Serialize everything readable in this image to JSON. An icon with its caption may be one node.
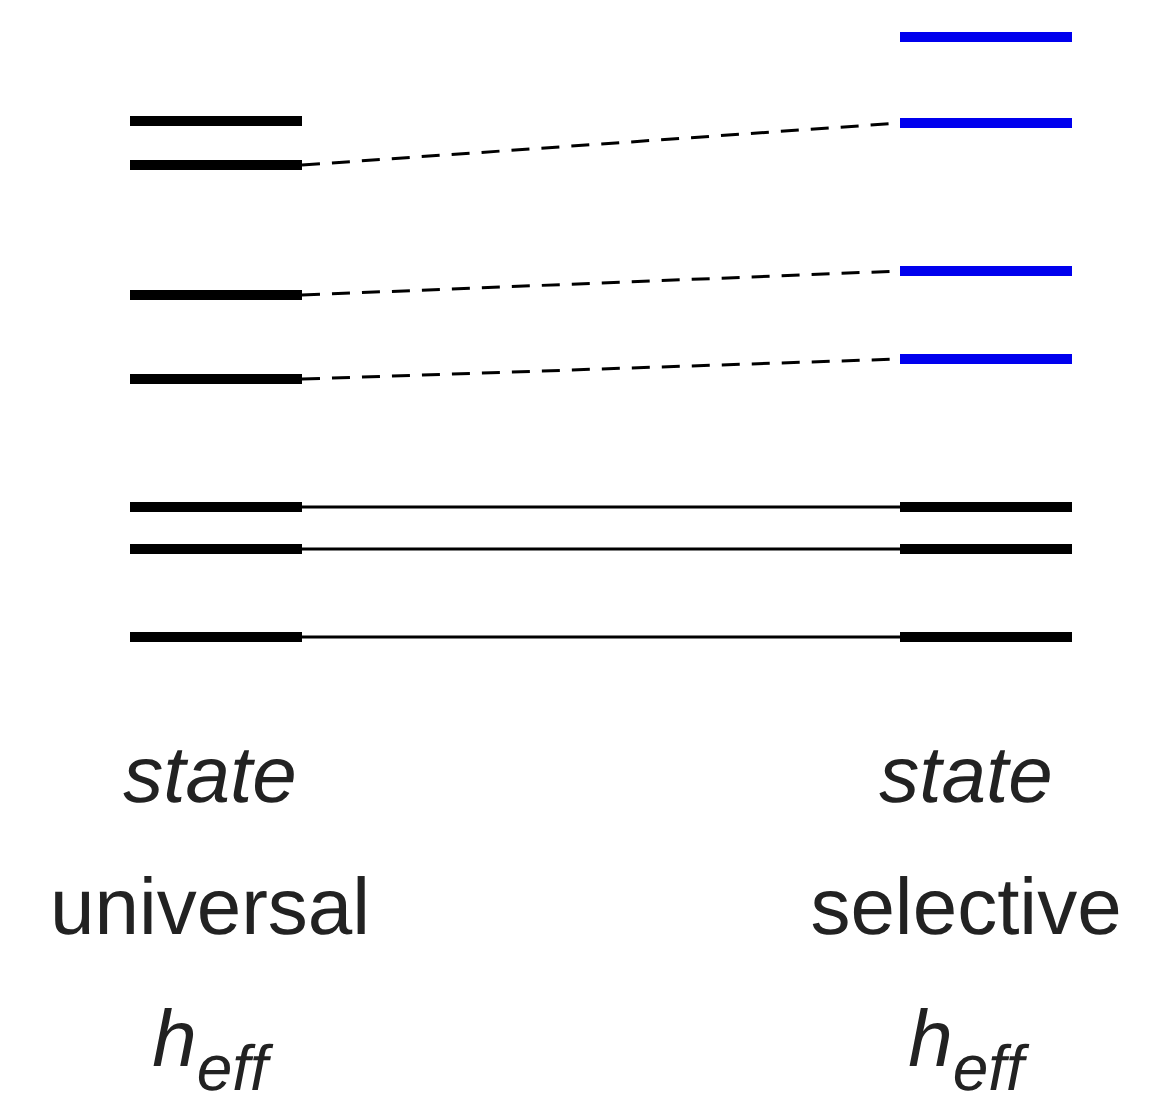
{
  "diagram": {
    "nodes": [
      {
        "text": [],
        "shape": "bar"
      },
      {
        "text": [],
        "shape": "bar"
      },
      {
        "text": [],
        "shape": "bar"
      },
      {
        "text": [],
        "shape": "bar"
      },
      {
        "text": [],
        "shape": "bar"
      },
      {
        "text": [],
        "shape": "bar"
      },
      {
        "text": [],
        "shape": "bar"
      },
      {
        "text": [],
        "shape": "bar"
      },
      {
        "text": [],
        "shape": "bar"
      },
      {
        "text": [],
        "shape": "bar"
      },
      {
        "text": [],
        "shape": "bar"
      },
      {
        "text": [],
        "shape": "bar"
      },
      {
        "text": [],
        "shape": "bar"
      },
      {
        "text": [],
        "shape": "bar"
      }
    ],
    "edges": [
      {
        "from": 3,
        "to": 2,
        "arrow": "none",
        "style": "dashed"
      },
      {
        "from": 5,
        "to": 4,
        "arrow": "none",
        "style": "dashed"
      },
      {
        "from": 7,
        "to": 6,
        "arrow": "none",
        "style": "dashed"
      },
      {
        "from": 8,
        "to": 9,
        "arrow": "none"
      },
      {
        "from": 10,
        "to": 11,
        "arrow": "none"
      },
      {
        "from": 12,
        "to": 13,
        "arrow": "none"
      }
    ],
    "labels": [
      "*state* universal *h*$_{eff}$",
      "*state* selective *h*$_{eff}$"
    ]
  }
}
